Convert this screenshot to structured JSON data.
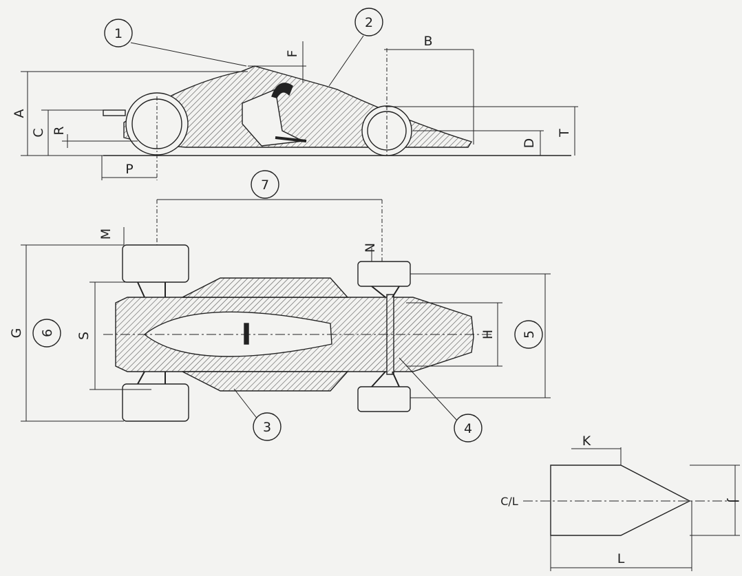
{
  "diagram": {
    "side_view": {
      "dimensions": {
        "A": "A",
        "B": "B",
        "C": "C",
        "D": "D",
        "F": "F",
        "P": "P",
        "R": "R",
        "T": "T"
      },
      "callouts": {
        "c1": "1",
        "c2": "2",
        "c7": "7"
      }
    },
    "top_view": {
      "dimensions": {
        "G": "G",
        "H": "H",
        "M": "M",
        "N": "N",
        "S": "S"
      },
      "callouts": {
        "c3": "3",
        "c4": "4",
        "c5": "5",
        "c6": "6"
      }
    },
    "nose_detail": {
      "dimensions": {
        "K": "K",
        "L": "L",
        "J": "J"
      },
      "centerline": "C/L"
    }
  },
  "colors": {
    "ink": "#222222",
    "paper": "#f3f3f1",
    "hatch": "#555555"
  }
}
